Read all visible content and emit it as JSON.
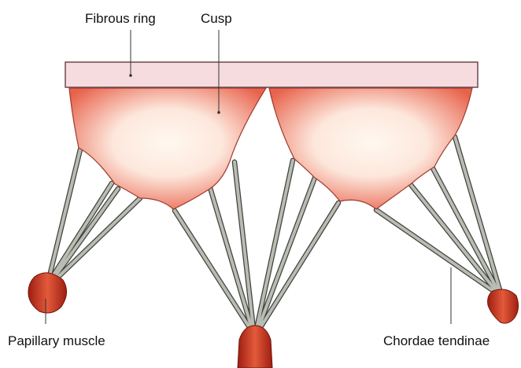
{
  "labels": {
    "fibrous_ring": "Fibrous ring",
    "cusp": "Cusp",
    "papillary_muscle": "Papillary muscle",
    "chordae_tendinae": "Chordae tendinae"
  },
  "colors": {
    "ring_fill": "#f7dcdf",
    "ring_stroke": "#6b4a4e",
    "cusp_center": "#fff8f0",
    "cusp_edge": "#e8634c",
    "cusp_stroke": "#a03a2e",
    "chord_fill": "#b9bcb2",
    "chord_stroke": "#3f433d",
    "muscle_light": "#e25a3a",
    "muscle_dark": "#9e1e12",
    "leader": "#333333"
  }
}
